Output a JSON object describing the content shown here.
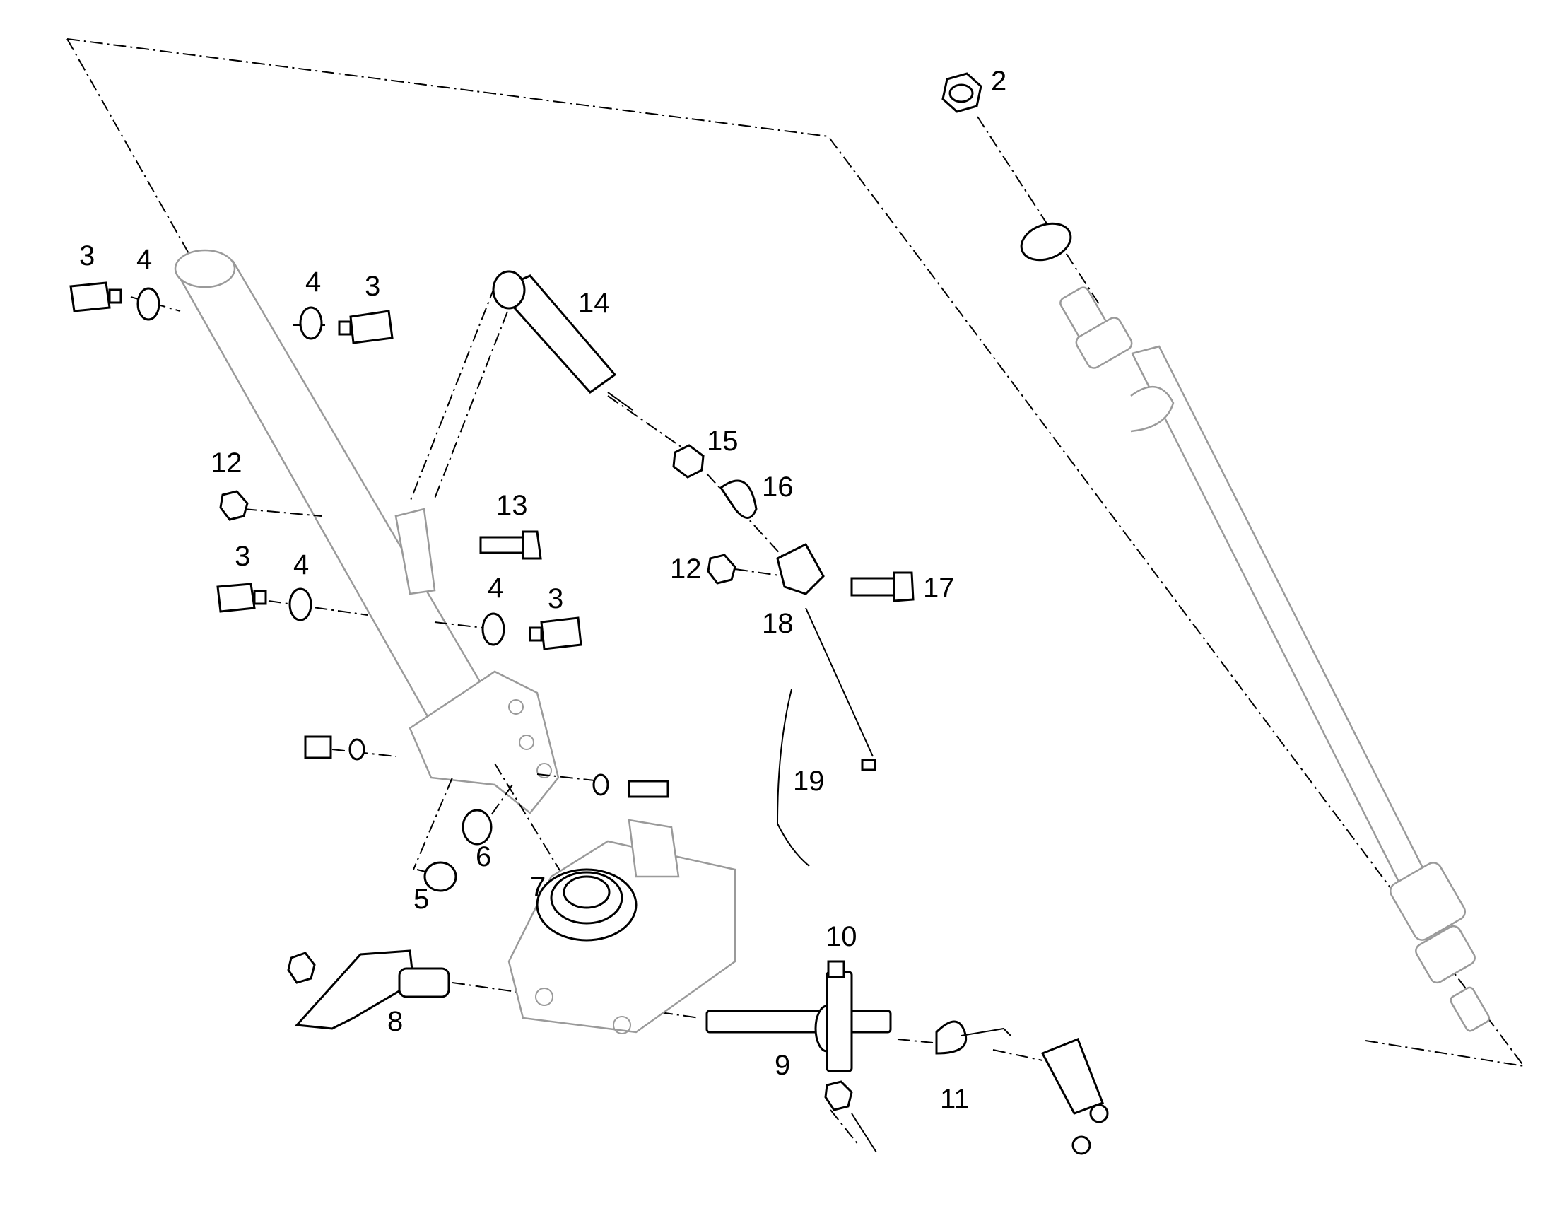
{
  "diagram": {
    "callouts": {
      "c2": "2",
      "c3a": "3",
      "c4a": "4",
      "c4b": "4",
      "c3b": "3",
      "c14": "14",
      "c15": "15",
      "c16": "16",
      "c12a": "12",
      "c13": "13",
      "c3c": "3",
      "c4c": "4",
      "c4d": "4",
      "c3d": "3",
      "c12b": "12",
      "c17": "17",
      "c18": "18",
      "c19": "19",
      "c6": "6",
      "c5": "5",
      "c7": "7",
      "c10": "10",
      "c8": "8",
      "c9": "9",
      "c11": "11"
    }
  }
}
